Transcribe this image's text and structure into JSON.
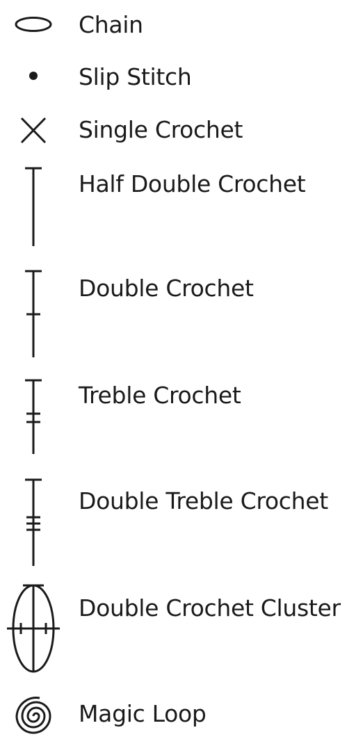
{
  "legend": {
    "items": [
      {
        "id": "chain",
        "label": "Chain",
        "icon": "oval-icon"
      },
      {
        "id": "slip-stitch",
        "label": "Slip Stitch",
        "icon": "dot-icon"
      },
      {
        "id": "single-crochet",
        "label": "Single Crochet",
        "icon": "x-icon"
      },
      {
        "id": "half-double-crochet",
        "label": "Half Double Crochet",
        "icon": "t-bar-icon"
      },
      {
        "id": "double-crochet",
        "label": "Double Crochet",
        "icon": "t-bar-one-slash-icon"
      },
      {
        "id": "treble-crochet",
        "label": "Treble Crochet",
        "icon": "t-bar-two-slash-icon"
      },
      {
        "id": "double-treble-crochet",
        "label": "Double Treble Crochet",
        "icon": "t-bar-three-slash-icon"
      },
      {
        "id": "double-crochet-cluster",
        "label": "Double Crochet Cluster",
        "icon": "cluster-oval-icon"
      },
      {
        "id": "magic-loop",
        "label": "Magic Loop",
        "icon": "spiral-icon"
      }
    ]
  }
}
